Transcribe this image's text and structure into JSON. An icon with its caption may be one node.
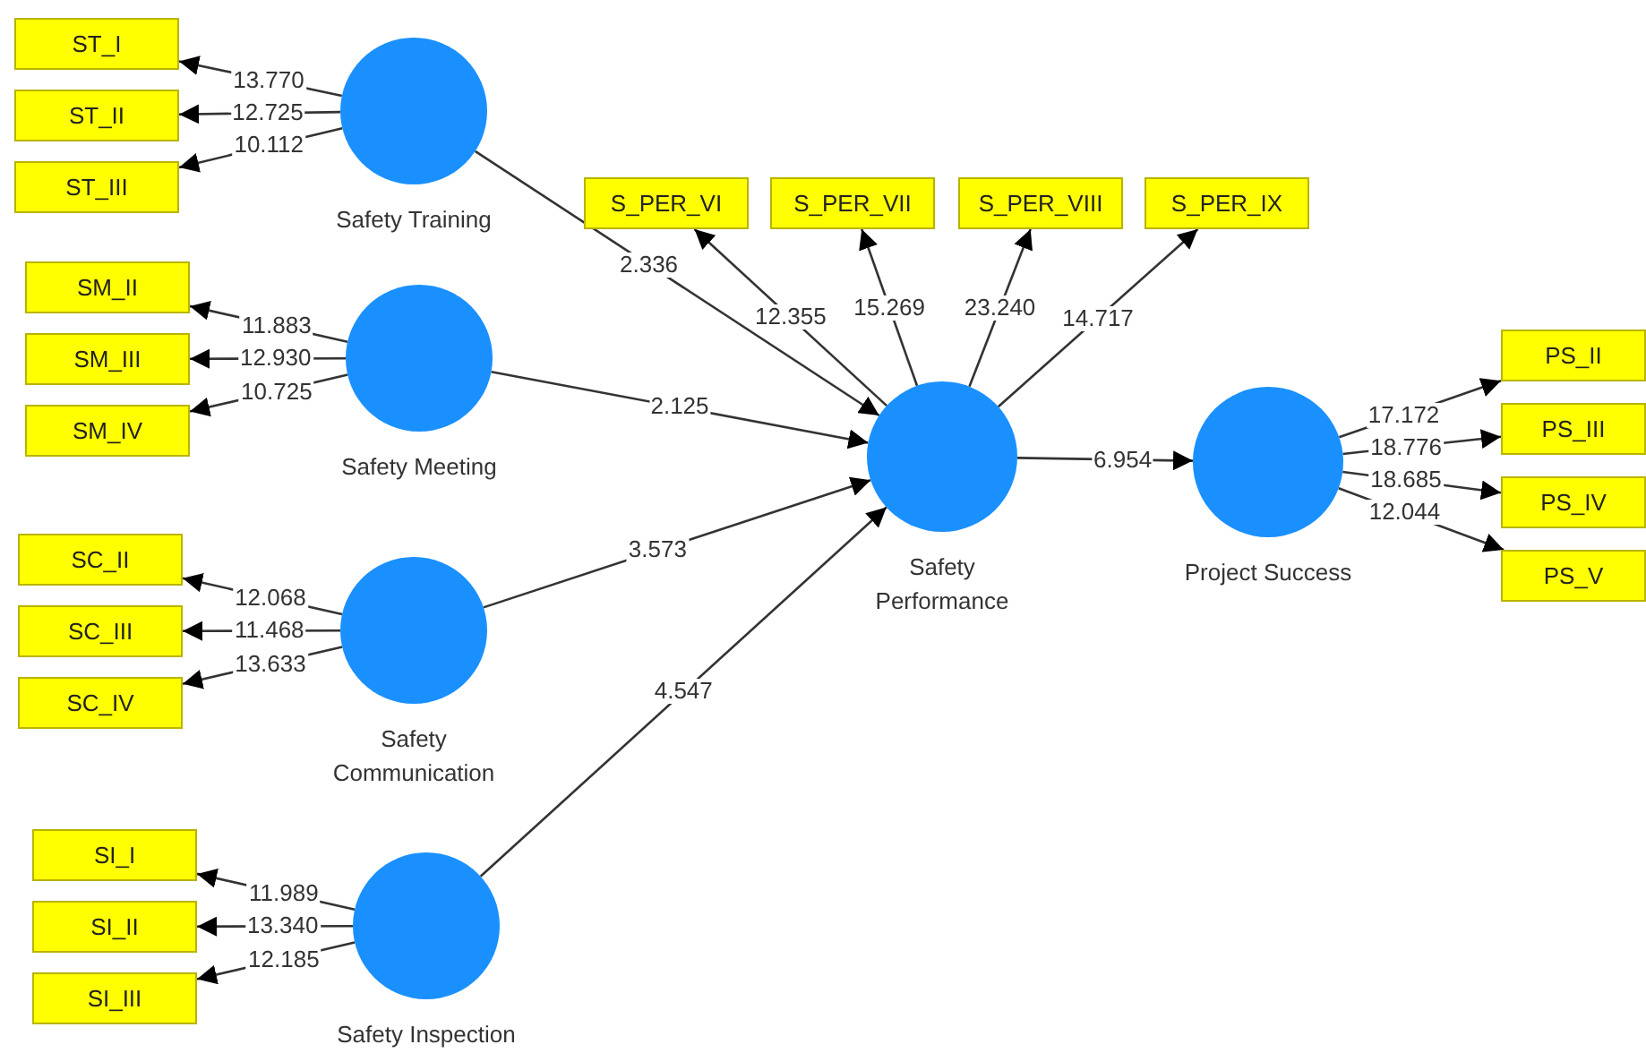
{
  "diagram": {
    "nodes": [
      {
        "text": [
          "Safety Training"
        ]
      },
      {
        "text": [
          "ST_I"
        ]
      },
      {
        "text": [
          "ST_II"
        ]
      },
      {
        "text": [
          "ST_III"
        ]
      },
      {
        "text": [
          "Safety Meeting"
        ]
      },
      {
        "text": [
          "SM_II"
        ]
      },
      {
        "text": [
          "SM_III"
        ]
      },
      {
        "text": [
          "SM_IV"
        ]
      },
      {
        "text": [
          "Safety Communication"
        ]
      },
      {
        "text": [
          "SC_II"
        ]
      },
      {
        "text": [
          "SC_III"
        ]
      },
      {
        "text": [
          "SC_IV"
        ]
      },
      {
        "text": [
          "Safety Inspection"
        ]
      },
      {
        "text": [
          "SI_I"
        ]
      },
      {
        "text": [
          "SI_II"
        ]
      },
      {
        "text": [
          "SI_III"
        ]
      },
      {
        "text": [
          "Safety Performance"
        ]
      },
      {
        "text": [
          "S_PER_VI"
        ]
      },
      {
        "text": [
          "S_PER_VII"
        ]
      },
      {
        "text": [
          "S_PER_VIII"
        ]
      },
      {
        "text": [
          "S_PER_IX"
        ]
      },
      {
        "text": [
          "Project Success"
        ]
      },
      {
        "text": [
          "PS_II"
        ]
      },
      {
        "text": [
          "PS_III"
        ]
      },
      {
        "text": [
          "PS_IV"
        ]
      },
      {
        "text": [
          "PS_V"
        ]
      }
    ],
    "edges": [
      {
        "from": 0,
        "to": 1,
        "arrow": "to",
        "label": "13.770"
      },
      {
        "from": 0,
        "to": 2,
        "arrow": "to",
        "label": "12.725"
      },
      {
        "from": 0,
        "to": 3,
        "arrow": "to",
        "label": "10.112"
      },
      {
        "from": 4,
        "to": 5,
        "arrow": "to",
        "label": "11.883"
      },
      {
        "from": 4,
        "to": 6,
        "arrow": "to",
        "label": "12.930"
      },
      {
        "from": 4,
        "to": 7,
        "arrow": "to",
        "label": "10.725"
      },
      {
        "from": 8,
        "to": 9,
        "arrow": "to",
        "label": "12.068"
      },
      {
        "from": 8,
        "to": 10,
        "arrow": "to",
        "label": "11.468"
      },
      {
        "from": 8,
        "to": 11,
        "arrow": "to",
        "label": "13.633"
      },
      {
        "from": 12,
        "to": 13,
        "arrow": "to",
        "label": "11.989"
      },
      {
        "from": 12,
        "to": 14,
        "arrow": "to",
        "label": "13.340"
      },
      {
        "from": 12,
        "to": 15,
        "arrow": "to",
        "label": "12.185"
      },
      {
        "from": 0,
        "to": 16,
        "arrow": "to",
        "label": "2.336"
      },
      {
        "from": 4,
        "to": 16,
        "arrow": "to",
        "label": "2.125"
      },
      {
        "from": 8,
        "to": 16,
        "arrow": "to",
        "label": "3.573"
      },
      {
        "from": 12,
        "to": 16,
        "arrow": "to",
        "label": "4.547"
      },
      {
        "from": 16,
        "to": 17,
        "arrow": "to",
        "label": "12.355"
      },
      {
        "from": 16,
        "to": 18,
        "arrow": "to",
        "label": "15.269"
      },
      {
        "from": 16,
        "to": 19,
        "arrow": "to",
        "label": "23.240"
      },
      {
        "from": 16,
        "to": 20,
        "arrow": "to",
        "label": "14.717"
      },
      {
        "from": 16,
        "to": 21,
        "arrow": "to",
        "label": "6.954"
      },
      {
        "from": 21,
        "to": 22,
        "arrow": "to",
        "label": "17.172"
      },
      {
        "from": 21,
        "to": 23,
        "arrow": "to",
        "label": "18.776"
      },
      {
        "from": 21,
        "to": 24,
        "arrow": "to",
        "label": "18.685"
      },
      {
        "from": 21,
        "to": 25,
        "arrow": "to",
        "label": "12.044"
      }
    ]
  }
}
